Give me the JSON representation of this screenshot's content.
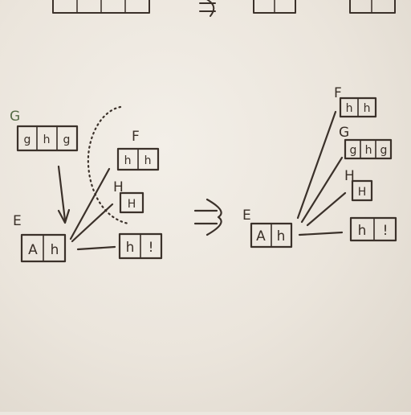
{
  "diagram": {
    "left": {
      "nodes": [
        {
          "id": "G",
          "label": "G",
          "cells": [
            "g",
            "h",
            "g"
          ]
        },
        {
          "id": "F",
          "label": "F",
          "cells": [
            "h",
            "h"
          ]
        },
        {
          "id": "H",
          "label": "H",
          "cells": [
            "H"
          ]
        },
        {
          "id": "E",
          "label": "E",
          "cells": [
            "A",
            "h"
          ]
        },
        {
          "id": "X",
          "label": "",
          "cells": [
            "h",
            "!"
          ]
        }
      ]
    },
    "right": {
      "nodes": [
        {
          "id": "F",
          "label": "F",
          "cells": [
            "h",
            "h"
          ]
        },
        {
          "id": "G",
          "label": "G",
          "cells": [
            "g",
            "h",
            "g"
          ]
        },
        {
          "id": "H",
          "label": "H",
          "cells": [
            "H"
          ]
        },
        {
          "id": "E",
          "label": "E",
          "cells": [
            "A",
            "h"
          ]
        },
        {
          "id": "X",
          "label": "",
          "cells": [
            "h",
            "!"
          ]
        }
      ]
    },
    "implies_symbol": "⇒"
  },
  "colors": {
    "paper": "#ece7df",
    "ink": "#3b312a",
    "g_label": "#566b47"
  }
}
